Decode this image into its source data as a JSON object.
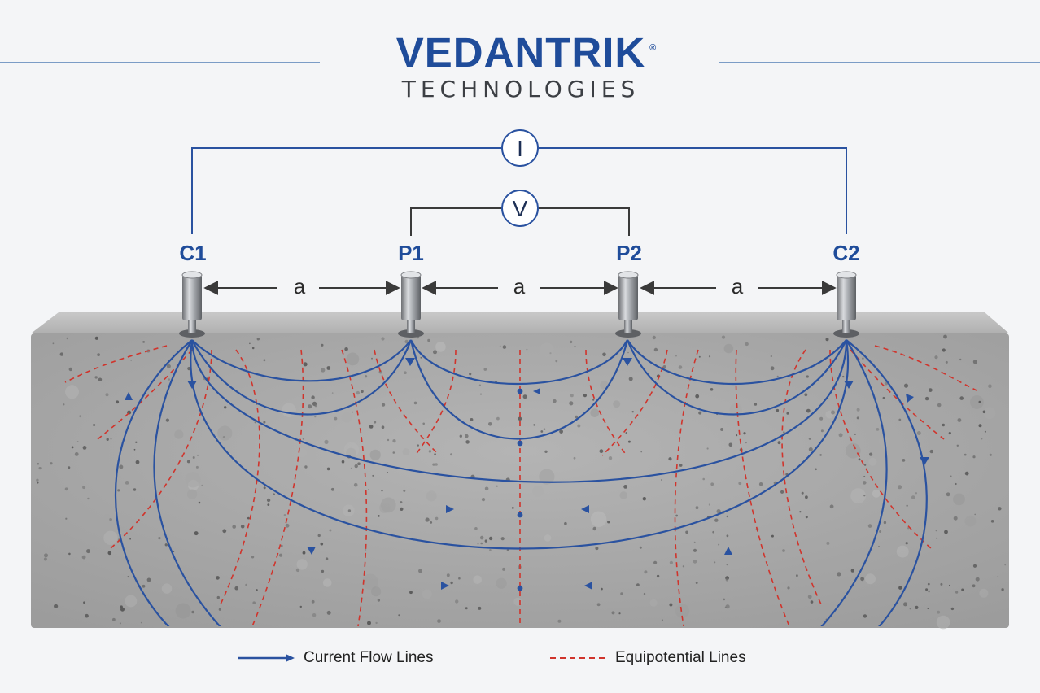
{
  "brand": {
    "name": "VEDANTRIK",
    "reg_mark": "®",
    "subtitle": "TECHNOLOGIES"
  },
  "meters": {
    "current": "I",
    "voltage": "V"
  },
  "electrodes": [
    {
      "label": "C1"
    },
    {
      "label": "P1"
    },
    {
      "label": "P2"
    },
    {
      "label": "C2"
    }
  ],
  "spacing_label": "a",
  "legend": {
    "current_label": "Current Flow Lines",
    "equipotential_label": "Equipotential Lines"
  },
  "colors": {
    "brand_blue": "#1f4c9a",
    "current_line": "#2a52a0",
    "equipotential_line": "#d0342c",
    "concrete": "#a9a9a9"
  }
}
